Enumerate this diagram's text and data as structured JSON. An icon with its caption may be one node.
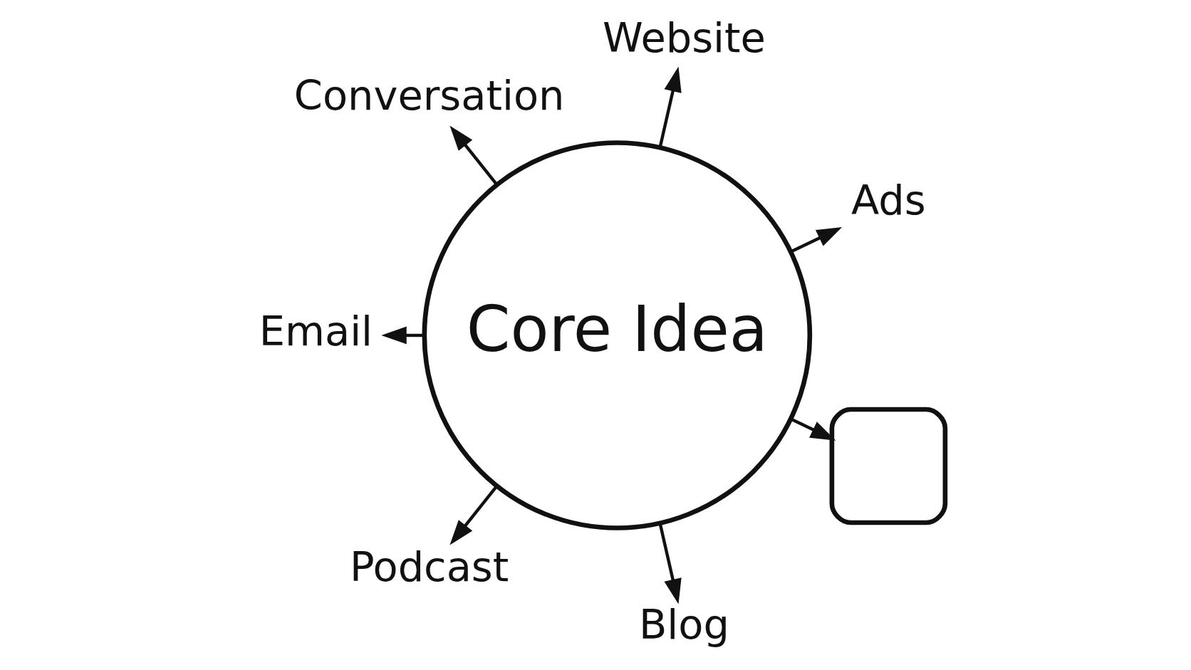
{
  "diagram": {
    "nodes": [
      {
        "text": [
          "Website"
        ]
      },
      {
        "text": [
          "Ads"
        ]
      },
      {
        "text": [
          "Conversation"
        ]
      },
      {
        "text": [
          "Core Idea"
        ]
      },
      {
        "text": [],
        "shape": "box"
      },
      {
        "text": [
          "Email"
        ]
      },
      {
        "text": [
          "Podcast"
        ]
      },
      {
        "text": [
          "Blog"
        ]
      }
    ],
    "edges": [
      {
        "from": 3,
        "to": 0,
        "arrow": "to"
      },
      {
        "from": 3,
        "to": 1,
        "arrow": "to"
      },
      {
        "from": 3,
        "to": 4,
        "arrow": "to"
      },
      {
        "from": 3,
        "to": 7,
        "arrow": "to"
      },
      {
        "from": 3,
        "to": 6,
        "arrow": "to"
      },
      {
        "from": 3,
        "to": 5,
        "arrow": "to"
      },
      {
        "from": 3,
        "to": 2,
        "arrow": "to"
      }
    ]
  }
}
